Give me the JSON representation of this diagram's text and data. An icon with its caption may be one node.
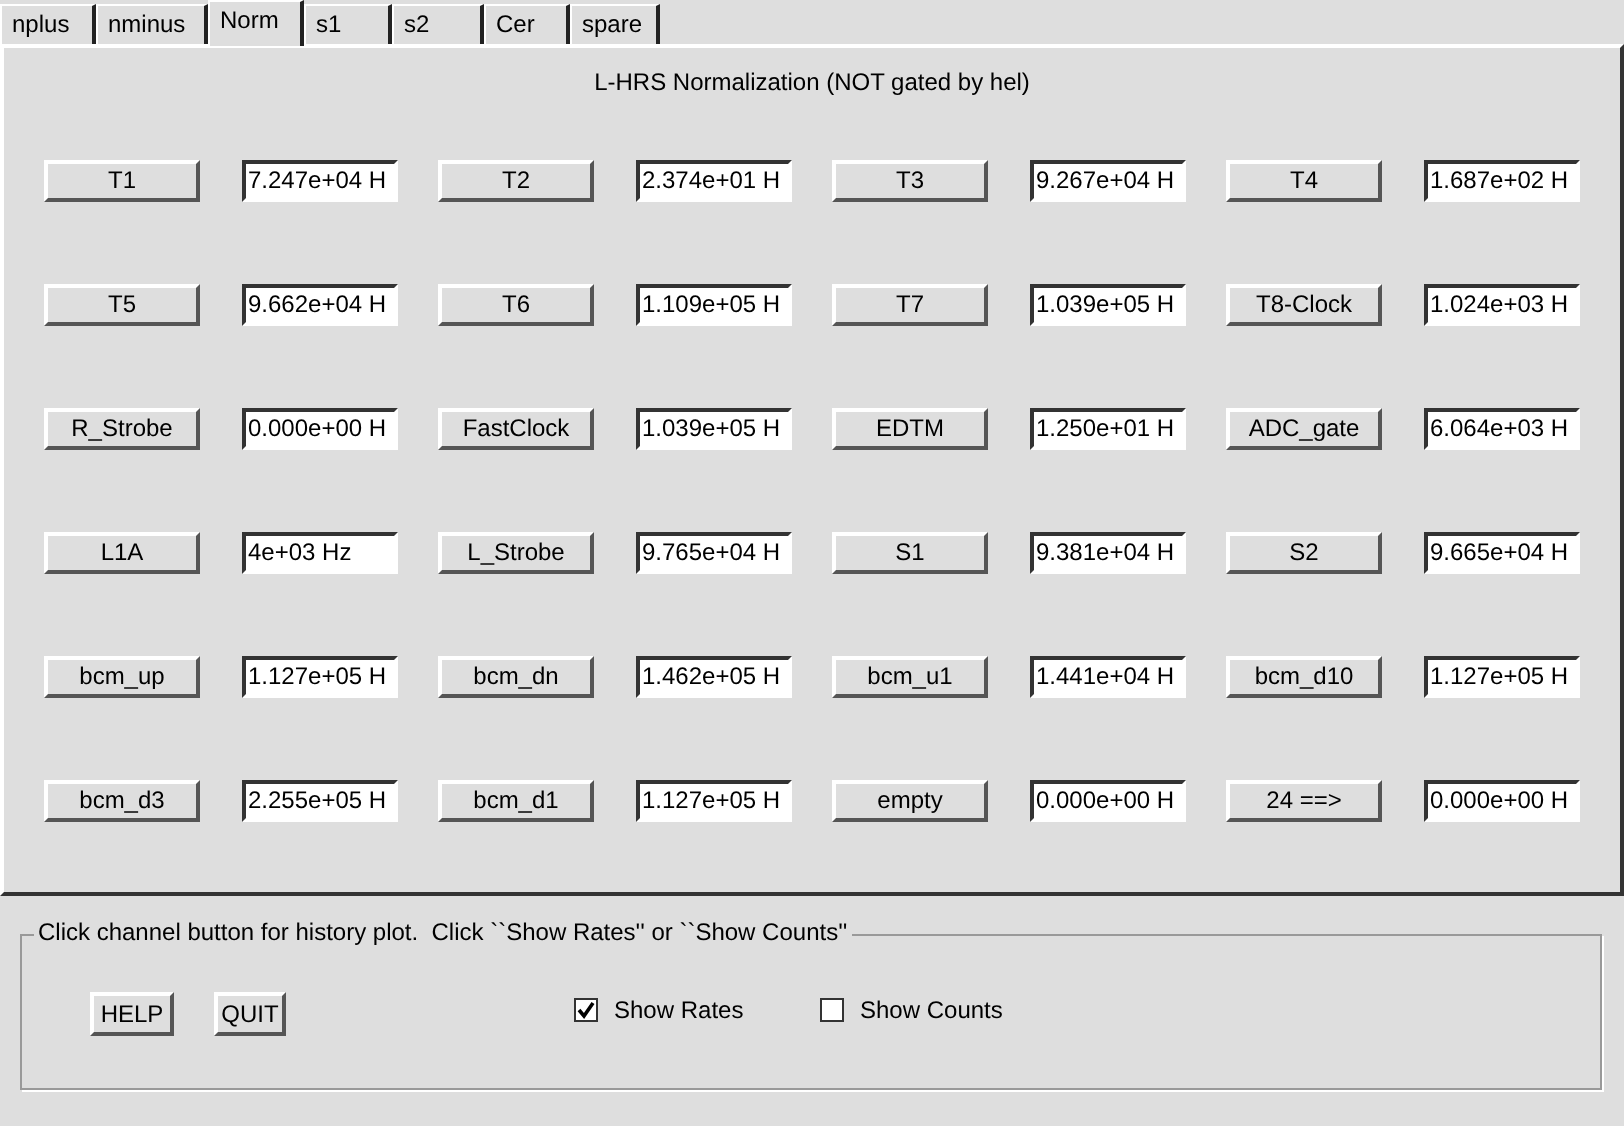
{
  "diagram": {
    "nodes": [
      {
        "text": [
          "nplus"
        ]
      },
      {
        "text": [
          "nminus"
        ]
      },
      {
        "text": [
          "Norm"
        ]
      },
      {
        "text": [
          "s1"
        ]
      },
      {
        "text": [
          "s2"
        ]
      },
      {
        "text": [
          "Cer"
        ]
      },
      {
        "text": [
          "spare"
        ]
      },
      {
        "text": [
          "L-HRS Normalization (NOT gated by hel)"
        ]
      },
      {
        "text": [
          "T1"
        ],
        "in": 7
      },
      {
        "text": [
          "7.247e+04 H"
        ],
        "in": 7
      },
      {
        "text": [
          "T2"
        ],
        "in": 7
      },
      {
        "text": [
          "2.374e+01 H"
        ],
        "in": 7
      },
      {
        "text": [
          "T3"
        ],
        "in": 7
      },
      {
        "text": [
          "9.267e+04 H"
        ],
        "in": 7
      },
      {
        "text": [
          "T4"
        ],
        "in": 7
      },
      {
        "text": [
          "1.687e+02 H"
        ],
        "in": 7
      },
      {
        "text": [
          "T5"
        ],
        "in": 7
      },
      {
        "text": [
          "9.662e+04 H"
        ],
        "in": 7
      },
      {
        "text": [
          "T6"
        ],
        "in": 7
      },
      {
        "text": [
          "1.109e+05 H"
        ],
        "in": 7
      },
      {
        "text": [
          "T7"
        ],
        "in": 7
      },
      {
        "text": [
          "1.039e+05 H"
        ],
        "in": 7
      },
      {
        "text": [
          "T8-Clock"
        ],
        "in": 7
      },
      {
        "text": [
          "1.024e+03 H"
        ],
        "in": 7
      },
      {
        "text": [
          "R_Strobe"
        ],
        "in": 7
      },
      {
        "text": [
          "0.000e+00 H"
        ],
        "in": 7
      },
      {
        "text": [
          "FastClock"
        ],
        "in": 7
      },
      {
        "text": [
          "1.039e+05 H"
        ],
        "in": 7
      },
      {
        "text": [
          "EDTM"
        ],
        "in": 7
      },
      {
        "text": [
          "1.250e+01 H"
        ],
        "in": 7
      },
      {
        "text": [
          "ADC_gate"
        ],
        "in": 7
      },
      {
        "text": [
          "6.064e+03 H"
        ],
        "in": 7
      },
      {
        "text": [
          "L1A"
        ],
        "in": 7
      },
      {
        "text": [
          "4e+03 Hz"
        ],
        "in": 7
      },
      {
        "text": [
          "L_Strobe"
        ],
        "in": 7
      },
      {
        "text": [
          "9.765e+04 H"
        ],
        "in": 7
      },
      {
        "text": [
          "S1"
        ],
        "in": 7
      },
      {
        "text": [
          "9.381e+04 H"
        ],
        "in": 7
      },
      {
        "text": [
          "S2"
        ],
        "in": 7
      },
      {
        "text": [
          "9.665e+04 H"
        ],
        "in": 7
      },
      {
        "text": [
          "bcm_up"
        ],
        "in": 7
      },
      {
        "text": [
          "1.127e+05 H"
        ],
        "in": 7
      },
      {
        "text": [
          "bcm_dn"
        ],
        "in": 7
      },
      {
        "text": [
          "1.462e+05 H"
        ],
        "in": 7
      },
      {
        "text": [
          "bcm_u1"
        ],
        "in": 7
      },
      {
        "text": [
          "1.441e+04 H"
        ],
        "in": 7
      },
      {
        "text": [
          "bcm_d10"
        ],
        "in": 7
      },
      {
        "text": [
          "1.127e+05 H"
        ],
        "in": 7
      },
      {
        "text": [
          "bcm_d3"
        ],
        "in": 7
      },
      {
        "text": [
          "2.255e+05 H"
        ],
        "in": 7
      },
      {
        "text": [
          "bcm_d1"
        ],
        "in": 7
      },
      {
        "text": [
          "1.127e+05 H"
        ],
        "in": 7
      },
      {
        "text": [
          "empty"
        ],
        "in": 7
      },
      {
        "text": [
          "0.000e+00 H"
        ],
        "in": 7
      },
      {
        "text": [
          "24 ==>"
        ],
        "in": 7
      },
      {
        "text": [
          "0.000e+00 H"
        ],
        "in": 7
      },
      {
        "text": [
          "Click channel button for history plot.  Click ``Show Rates'' or ``Show Counts''"
        ]
      },
      {
        "text": [
          "HELP"
        ],
        "in": 56
      },
      {
        "text": [
          "QUIT"
        ],
        "in": 56
      },
      {
        "text": [
          "Show Rates"
        ],
        "in": 56
      },
      {
        "text": [
          "Show Counts"
        ],
        "in": 56
      }
    ]
  }
}
